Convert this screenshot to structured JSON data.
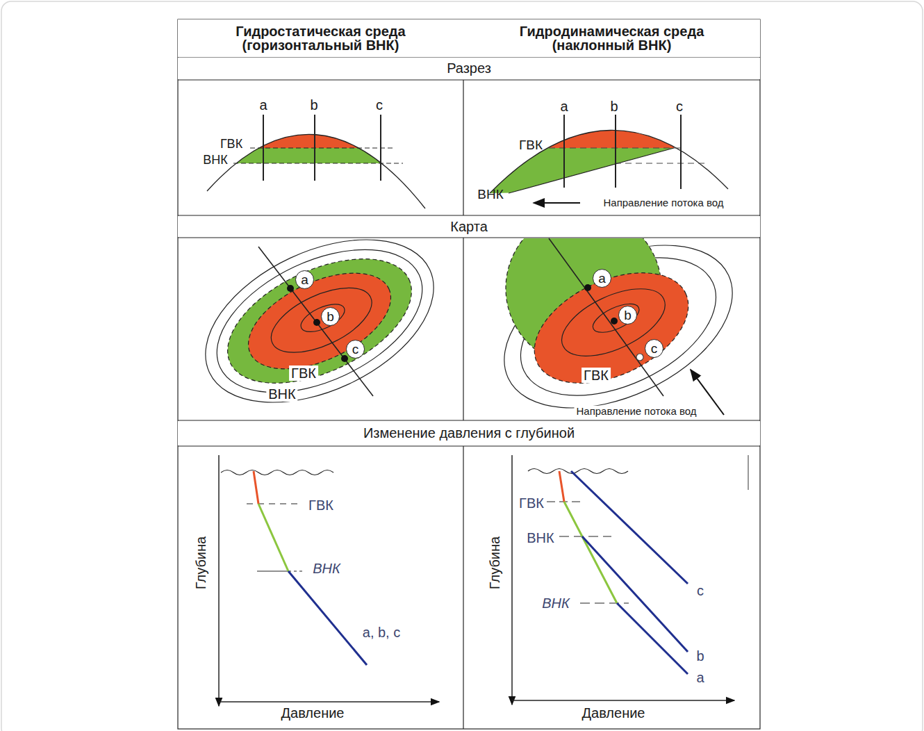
{
  "diagram": {
    "nodes": [
      {
        "text": [
          "Гидростатическая среда (горизонтальный ВНК)"
        ]
      },
      {
        "text": [
          "Гидродинамическая среда (наклонный ВНК)"
        ]
      },
      {
        "text": [
          "Разрез"
        ]
      },
      {
        "text": [
          "Карта"
        ]
      },
      {
        "text": [
          "Изменение давления с глубиной"
        ]
      },
      {
        "text": [
          "a"
        ]
      },
      {
        "text": [
          "b"
        ]
      },
      {
        "text": [
          "c"
        ]
      },
      {
        "text": [
          "a"
        ]
      },
      {
        "text": [
          "b"
        ]
      },
      {
        "text": [
          "c"
        ]
      }
    ],
    "labels": [
      "a",
      "b",
      "c",
      "ГВК",
      "ВНК",
      "a",
      "b",
      "c",
      "ГВК",
      "ВНК",
      "Направление потока вод",
      "ГВК",
      "ВНК",
      "ГВК",
      "Направление потока вод",
      "ГВК",
      "ВНК",
      "a, b, c",
      "Глубина",
      "Давление",
      "ГВК",
      "ВНК",
      "ВНК",
      "c",
      "b",
      "a",
      "Глубина",
      "Давление"
    ]
  }
}
